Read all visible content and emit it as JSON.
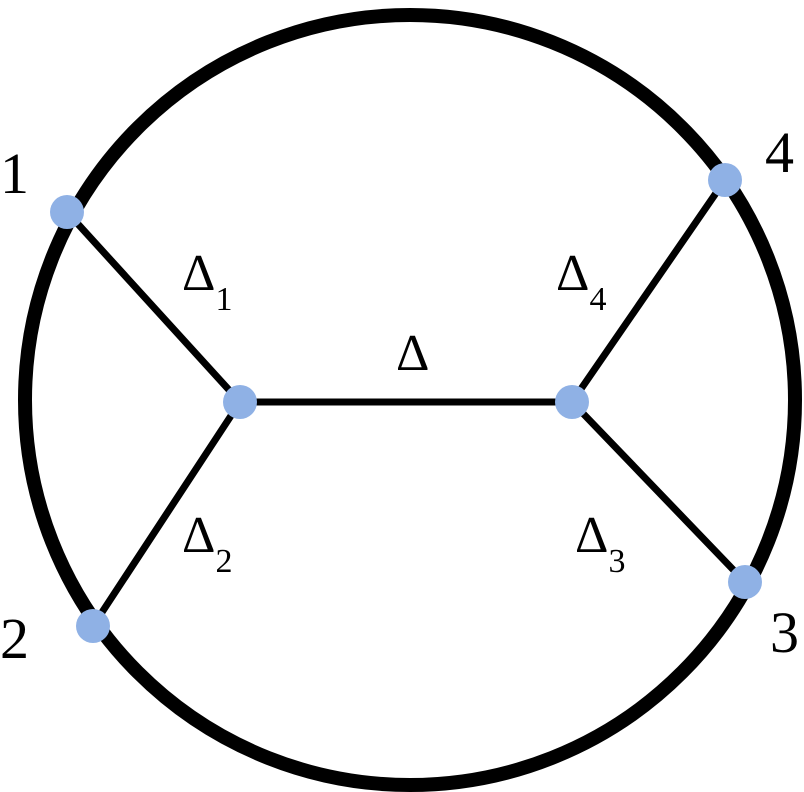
{
  "colors": {
    "circle": "#000000",
    "edge": "#000000",
    "node": "#8FB1E5",
    "background": "#ffffff"
  },
  "external_labels": [
    "1",
    "2",
    "3",
    "4"
  ],
  "edge_labels": {
    "delta_symbol": "Δ",
    "edge_1_sub": "1",
    "edge_2_sub": "2",
    "edge_3_sub": "3",
    "edge_4_sub": "4"
  }
}
